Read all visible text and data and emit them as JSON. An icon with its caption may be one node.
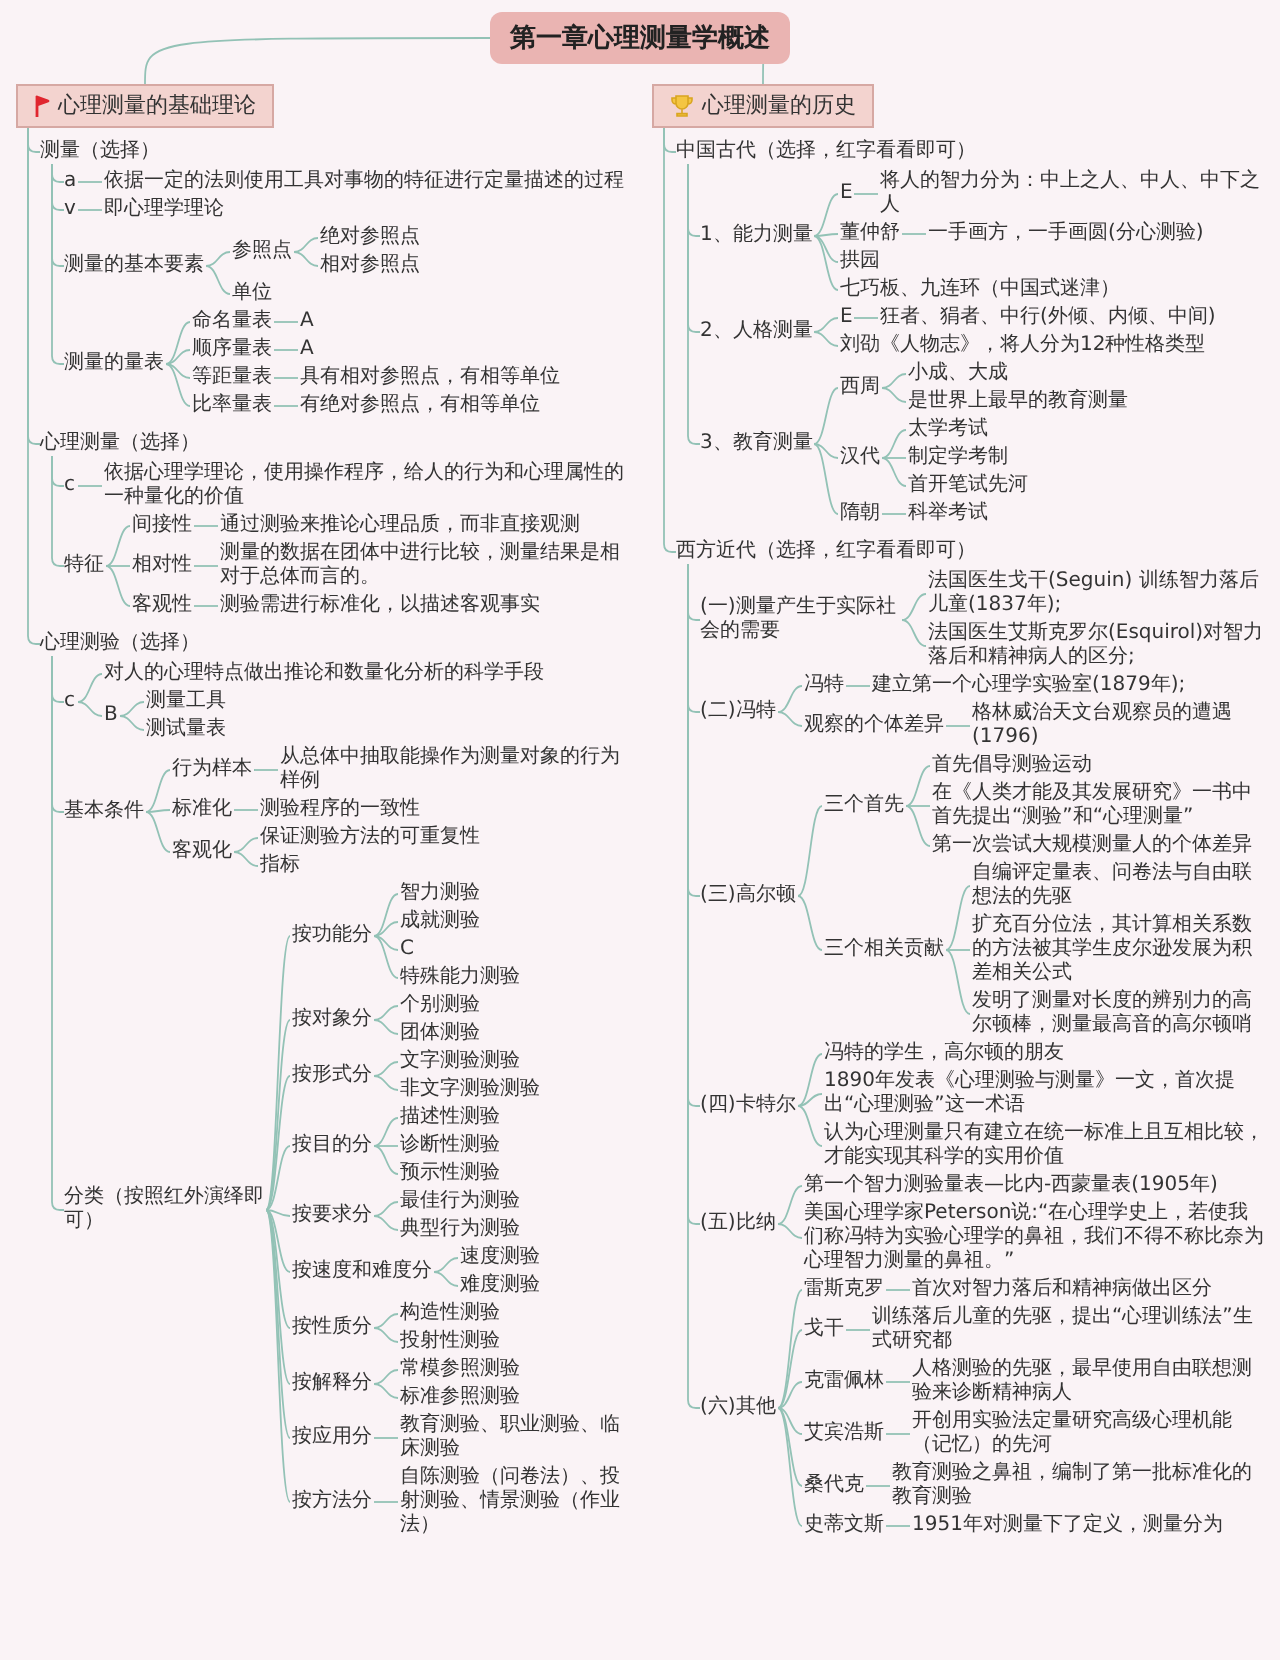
{
  "diagram": {
    "nodes": [
      {
        "text": [
          "第一章心理测量学概述"
        ]
      },
      {
        "text": [
          "心理测量的基础理论"
        ]
      },
      {
        "text": [
          "测量（选择）"
        ]
      },
      {
        "text": [
          "a"
        ]
      },
      {
        "text": [
          "依据一定的法则使用工具对事物的特征进行定量描述的过程"
        ]
      },
      {
        "text": [
          "v"
        ]
      },
      {
        "text": [
          "即心理学理论"
        ]
      },
      {
        "text": [
          "测量的基本要素"
        ]
      },
      {
        "text": [
          "参照点"
        ]
      },
      {
        "text": [
          "绝对参照点"
        ]
      },
      {
        "text": [
          "相对参照点"
        ]
      },
      {
        "text": [
          "单位"
        ]
      },
      {
        "text": [
          "测量的量表"
        ]
      },
      {
        "text": [
          "命名量表"
        ]
      },
      {
        "text": [
          "A"
        ]
      },
      {
        "text": [
          "顺序量表"
        ]
      },
      {
        "text": [
          "A"
        ]
      },
      {
        "text": [
          "等距量表"
        ]
      },
      {
        "text": [
          "具有相对参照点，有相等单位"
        ]
      },
      {
        "text": [
          "比率量表"
        ]
      },
      {
        "text": [
          "有绝对参照点，有相等单位"
        ]
      },
      {
        "text": [
          "心理测量（选择）"
        ]
      },
      {
        "text": [
          "c"
        ]
      },
      {
        "text": [
          "依据心理学理论，使用操作程序，给人的行为和心理属性的一种量化的价值"
        ]
      },
      {
        "text": [
          "特征"
        ]
      },
      {
        "text": [
          "间接性"
        ]
      },
      {
        "text": [
          "通过测验来推论心理品质，而非直接观测"
        ]
      },
      {
        "text": [
          "相对性"
        ]
      },
      {
        "text": [
          "测量的数据在团体中进行比较，测量结果是相对于总体而言的。"
        ]
      },
      {
        "text": [
          "客观性"
        ]
      },
      {
        "text": [
          "测验需进行标准化，以描述客观事实"
        ]
      },
      {
        "text": [
          "心理测验（选择）"
        ]
      },
      {
        "text": [
          "c"
        ]
      },
      {
        "text": [
          "对人的心理特点做出推论和数量化分析的科学手段"
        ]
      },
      {
        "text": [
          "B"
        ]
      },
      {
        "text": [
          "测量工具"
        ]
      },
      {
        "text": [
          "测试量表"
        ]
      },
      {
        "text": [
          "基本条件"
        ]
      },
      {
        "text": [
          "行为样本"
        ]
      },
      {
        "text": [
          "从总体中抽取能操作为测量对象的行为样例"
        ]
      },
      {
        "text": [
          "标准化"
        ]
      },
      {
        "text": [
          "测验程序的一致性"
        ]
      },
      {
        "text": [
          "客观化"
        ]
      },
      {
        "text": [
          "保证测验方法的可重复性"
        ]
      },
      {
        "text": [
          "指标"
        ]
      },
      {
        "text": [
          "分类（按照红外演绎即可）"
        ]
      },
      {
        "text": [
          "按功能分"
        ]
      },
      {
        "text": [
          "智力测验"
        ]
      },
      {
        "text": [
          "成就测验"
        ]
      },
      {
        "text": [
          "C"
        ]
      },
      {
        "text": [
          "特殊能力测验"
        ]
      },
      {
        "text": [
          "按对象分"
        ]
      },
      {
        "text": [
          "个别测验"
        ]
      },
      {
        "text": [
          "团体测验"
        ]
      },
      {
        "text": [
          "按形式分"
        ]
      },
      {
        "text": [
          "文字测验测验"
        ]
      },
      {
        "text": [
          "非文字测验测验"
        ]
      },
      {
        "text": [
          "按目的分"
        ]
      },
      {
        "text": [
          "描述性测验"
        ]
      },
      {
        "text": [
          "诊断性测验"
        ]
      },
      {
        "text": [
          "预示性测验"
        ]
      },
      {
        "text": [
          "按要求分"
        ]
      },
      {
        "text": [
          "最佳行为测验"
        ]
      },
      {
        "text": [
          "典型行为测验"
        ]
      },
      {
        "text": [
          "按速度和难度分"
        ]
      },
      {
        "text": [
          "速度测验"
        ]
      },
      {
        "text": [
          "难度测验"
        ]
      },
      {
        "text": [
          "按性质分"
        ]
      },
      {
        "text": [
          "构造性测验"
        ]
      },
      {
        "text": [
          "投射性测验"
        ]
      },
      {
        "text": [
          "按解释分"
        ]
      },
      {
        "text": [
          "常模参照测验"
        ]
      },
      {
        "text": [
          "标准参照测验"
        ]
      },
      {
        "text": [
          "按应用分"
        ]
      },
      {
        "text": [
          "教育测验、职业测验、临床测验"
        ]
      },
      {
        "text": [
          "按方法分"
        ]
      },
      {
        "text": [
          "自陈测验（问卷法）、投射测验、情景测验（作业法）"
        ]
      },
      {
        "text": [
          "心理测量的历史"
        ]
      },
      {
        "text": [
          "中国古代（选择，红字看看即可）"
        ]
      },
      {
        "text": [
          "1、能力测量"
        ]
      },
      {
        "text": [
          "E"
        ]
      },
      {
        "text": [
          "将人的智力分为：中上之人、中人、中下之人"
        ]
      },
      {
        "text": [
          "董仲舒"
        ]
      },
      {
        "text": [
          "一手画方，一手画圆(分心测验)"
        ]
      },
      {
        "text": [
          "拱园"
        ]
      },
      {
        "text": [
          "七巧板、九连环（中国式迷津）"
        ]
      },
      {
        "text": [
          "2、人格测量"
        ]
      },
      {
        "text": [
          "E"
        ]
      },
      {
        "text": [
          "狂者、狷者、中行(外倾、内倾、中间)"
        ]
      },
      {
        "text": [
          "刘劭《人物志》，将人分为12种性格类型"
        ]
      },
      {
        "text": [
          "3、教育测量"
        ]
      },
      {
        "text": [
          "西周"
        ]
      },
      {
        "text": [
          "小成、大成"
        ]
      },
      {
        "text": [
          "是世界上最早的教育测量"
        ]
      },
      {
        "text": [
          "汉代"
        ]
      },
      {
        "text": [
          "太学考试"
        ]
      },
      {
        "text": [
          "制定学考制"
        ]
      },
      {
        "text": [
          "首开笔试先河"
        ]
      },
      {
        "text": [
          "隋朝"
        ]
      },
      {
        "text": [
          "科举考试"
        ]
      },
      {
        "text": [
          "西方近代（选择，红字看看即可）"
        ]
      },
      {
        "text": [
          "(一)测量产生于实际社会的需要"
        ]
      },
      {
        "text": [
          "法国医生戈干(Seguin) 训练智力落后儿童(1837年);"
        ]
      },
      {
        "text": [
          "法国医生艾斯克罗尔(Esquirol)对智力落后和精神病人的区分;"
        ]
      },
      {
        "text": [
          "(二)冯特"
        ]
      },
      {
        "text": [
          "冯特"
        ]
      },
      {
        "text": [
          "建立第一个心理学实验室(1879年);"
        ]
      },
      {
        "text": [
          "观察的个体差异"
        ]
      },
      {
        "text": [
          "格林威治天文台观察员的遭遇(1796)"
        ]
      },
      {
        "text": [
          "(三)高尔顿"
        ]
      },
      {
        "text": [
          "三个首先"
        ]
      },
      {
        "text": [
          "首先倡导测验运动"
        ]
      },
      {
        "text": [
          "在《人类才能及其发展研究》一书中首先提出“测验”和“心理测量”"
        ]
      },
      {
        "text": [
          "第一次尝试大规模测量人的个体差异"
        ]
      },
      {
        "text": [
          "三个相关贡献"
        ]
      },
      {
        "text": [
          "自编评定量表、问卷法与自由联想法的先驱"
        ]
      },
      {
        "text": [
          "扩充百分位法，其计算相关系数的方法被其学生皮尔逊发展为积差相关公式"
        ]
      },
      {
        "text": [
          "发明了测量对长度的辨别力的高尔顿棒，测量最高音的高尔顿哨"
        ]
      },
      {
        "text": [
          "(四)卡特尔"
        ]
      },
      {
        "text": [
          "冯特的学生，高尔顿的朋友"
        ]
      },
      {
        "text": [
          "1890年发表《心理测验与测量》一文，首次提出“心理测验”这一术语"
        ]
      },
      {
        "text": [
          "认为心理测量只有建立在统一标准上且互相比较，才能实现其科学的实用价值"
        ]
      },
      {
        "text": [
          "(五)比纳"
        ]
      },
      {
        "text": [
          "第一个智力测验量表—比内-西蒙量表(1905年)"
        ]
      },
      {
        "text": [
          "美国心理学家Peterson说:“在心理学史上，若使我们称冯特为实验心理学的鼻祖，我们不得不称比奈为心理智力测量的鼻祖。”"
        ]
      },
      {
        "text": [
          "(六)其他"
        ]
      },
      {
        "text": [
          "雷斯克罗"
        ]
      },
      {
        "text": [
          "首次对智力落后和精神病做出区分"
        ]
      },
      {
        "text": [
          "戈干"
        ]
      },
      {
        "text": [
          "训练落后儿童的先驱，提出“心理训练法”生式研究都"
        ]
      },
      {
        "text": [
          "克雷佩林"
        ]
      },
      {
        "text": [
          "人格测验的先驱，最早使用自由联想测验来诊断精神病人"
        ]
      },
      {
        "text": [
          "艾宾浩斯"
        ]
      },
      {
        "text": [
          "开创用实验法定量研究高级心理机能（记忆）的先河"
        ]
      },
      {
        "text": [
          "桑代克"
        ]
      },
      {
        "text": [
          "教育测验之鼻祖，编制了第一批标准化的教育测验"
        ]
      },
      {
        "text": [
          "史蒂文斯"
        ]
      },
      {
        "text": [
          "1951年对测量下了定义，测量分为"
        ]
      }
    ],
    "edges": [
      {
        "from": 0,
        "to": 1,
        "arrow": "none"
      },
      {
        "from": 1,
        "to": 2,
        "arrow": "none"
      },
      {
        "from": 2,
        "to": 3,
        "arrow": "none"
      },
      {
        "from": 3,
        "to": 4,
        "arrow": "none"
      },
      {
        "from": 2,
        "to": 5,
        "arrow": "none"
      },
      {
        "from": 5,
        "to": 6,
        "arrow": "none"
      },
      {
        "from": 2,
        "to": 7,
        "arrow": "none"
      },
      {
        "from": 7,
        "to": 8,
        "arrow": "none"
      },
      {
        "from": 8,
        "to": 9,
        "arrow": "none"
      },
      {
        "from": 8,
        "to": 10,
        "arrow": "none"
      },
      {
        "from": 7,
        "to": 11,
        "arrow": "none"
      },
      {
        "from": 2,
        "to": 12,
        "arrow": "none"
      },
      {
        "from": 12,
        "to": 13,
        "arrow": "none"
      },
      {
        "from": 13,
        "to": 14,
        "arrow": "none"
      },
      {
        "from": 12,
        "to": 15,
        "arrow": "none"
      },
      {
        "from": 15,
        "to": 16,
        "arrow": "none"
      },
      {
        "from": 12,
        "to": 17,
        "arrow": "none"
      },
      {
        "from": 17,
        "to": 18,
        "arrow": "none"
      },
      {
        "from": 12,
        "to": 19,
        "arrow": "none"
      },
      {
        "from": 19,
        "to": 20,
        "arrow": "none"
      },
      {
        "from": 1,
        "to": 21,
        "arrow": "none"
      },
      {
        "from": 21,
        "to": 22,
        "arrow": "none"
      },
      {
        "from": 22,
        "to": 23,
        "arrow": "none"
      },
      {
        "from": 21,
        "to": 24,
        "arrow": "none"
      },
      {
        "from": 24,
        "to": 25,
        "arrow": "none"
      },
      {
        "from": 25,
        "to": 26,
        "arrow": "none"
      },
      {
        "from": 24,
        "to": 27,
        "arrow": "none"
      },
      {
        "from": 27,
        "to": 28,
        "arrow": "none"
      },
      {
        "from": 24,
        "to": 29,
        "arrow": "none"
      },
      {
        "from": 29,
        "to": 30,
        "arrow": "none"
      },
      {
        "from": 1,
        "to": 31,
        "arrow": "none"
      },
      {
        "from": 31,
        "to": 32,
        "arrow": "none"
      },
      {
        "from": 32,
        "to": 33,
        "arrow": "none"
      },
      {
        "from": 32,
        "to": 34,
        "arrow": "none"
      },
      {
        "from": 34,
        "to": 35,
        "arrow": "none"
      },
      {
        "from": 34,
        "to": 36,
        "arrow": "none"
      },
      {
        "from": 31,
        "to": 37,
        "arrow": "none"
      },
      {
        "from": 37,
        "to": 38,
        "arrow": "none"
      },
      {
        "from": 38,
        "to": 39,
        "arrow": "none"
      },
      {
        "from": 37,
        "to": 40,
        "arrow": "none"
      },
      {
        "from": 40,
        "to": 41,
        "arrow": "none"
      },
      {
        "from": 37,
        "to": 42,
        "arrow": "none"
      },
      {
        "from": 42,
        "to": 43,
        "arrow": "none"
      },
      {
        "from": 42,
        "to": 44,
        "arrow": "none"
      },
      {
        "from": 31,
        "to": 45,
        "arrow": "none"
      },
      {
        "from": 45,
        "to": 46,
        "arrow": "none"
      },
      {
        "from": 46,
        "to": 47,
        "arrow": "none"
      },
      {
        "from": 46,
        "to": 48,
        "arrow": "none"
      },
      {
        "from": 46,
        "to": 49,
        "arrow": "none"
      },
      {
        "from": 46,
        "to": 50,
        "arrow": "none"
      },
      {
        "from": 45,
        "to": 51,
        "arrow": "none"
      },
      {
        "from": 51,
        "to": 52,
        "arrow": "none"
      },
      {
        "from": 51,
        "to": 53,
        "arrow": "none"
      },
      {
        "from": 45,
        "to": 54,
        "arrow": "none"
      },
      {
        "from": 54,
        "to": 55,
        "arrow": "none"
      },
      {
        "from": 54,
        "to": 56,
        "arrow": "none"
      },
      {
        "from": 45,
        "to": 57,
        "arrow": "none"
      },
      {
        "from": 57,
        "to": 58,
        "arrow": "none"
      },
      {
        "from": 57,
        "to": 59,
        "arrow": "none"
      },
      {
        "from": 57,
        "to": 60,
        "arrow": "none"
      },
      {
        "from": 45,
        "to": 61,
        "arrow": "none"
      },
      {
        "from": 61,
        "to": 62,
        "arrow": "none"
      },
      {
        "from": 61,
        "to": 63,
        "arrow": "none"
      },
      {
        "from": 45,
        "to": 64,
        "arrow": "none"
      },
      {
        "from": 64,
        "to": 65,
        "arrow": "none"
      },
      {
        "from": 64,
        "to": 66,
        "arrow": "none"
      },
      {
        "from": 45,
        "to": 67,
        "arrow": "none"
      },
      {
        "from": 67,
        "to": 68,
        "arrow": "none"
      },
      {
        "from": 67,
        "to": 69,
        "arrow": "none"
      },
      {
        "from": 45,
        "to": 70,
        "arrow": "none"
      },
      {
        "from": 70,
        "to": 71,
        "arrow": "none"
      },
      {
        "from": 70,
        "to": 72,
        "arrow": "none"
      },
      {
        "from": 45,
        "to": 73,
        "arrow": "none"
      },
      {
        "from": 73,
        "to": 74,
        "arrow": "none"
      },
      {
        "from": 45,
        "to": 75,
        "arrow": "none"
      },
      {
        "from": 75,
        "to": 76,
        "arrow": "none"
      },
      {
        "from": 0,
        "to": 77,
        "arrow": "none"
      },
      {
        "from": 77,
        "to": 78,
        "arrow": "none"
      },
      {
        "from": 78,
        "to": 79,
        "arrow": "none"
      },
      {
        "from": 79,
        "to": 80,
        "arrow": "none"
      },
      {
        "from": 80,
        "to": 81,
        "arrow": "none"
      },
      {
        "from": 79,
        "to": 82,
        "arrow": "none"
      },
      {
        "from": 82,
        "to": 83,
        "arrow": "none"
      },
      {
        "from": 79,
        "to": 84,
        "arrow": "none"
      },
      {
        "from": 79,
        "to": 85,
        "arrow": "none"
      },
      {
        "from": 78,
        "to": 86,
        "arrow": "none"
      },
      {
        "from": 86,
        "to": 87,
        "arrow": "none"
      },
      {
        "from": 87,
        "to": 88,
        "arrow": "none"
      },
      {
        "from": 86,
        "to": 89,
        "arrow": "none"
      },
      {
        "from": 78,
        "to": 90,
        "arrow": "none"
      },
      {
        "from": 90,
        "to": 91,
        "arrow": "none"
      },
      {
        "from": 91,
        "to": 92,
        "arrow": "none"
      },
      {
        "from": 91,
        "to": 93,
        "arrow": "none"
      },
      {
        "from": 90,
        "to": 94,
        "arrow": "none"
      },
      {
        "from": 94,
        "to": 95,
        "arrow": "none"
      },
      {
        "from": 94,
        "to": 96,
        "arrow": "none"
      },
      {
        "from": 94,
        "to": 97,
        "arrow": "none"
      },
      {
        "from": 90,
        "to": 98,
        "arrow": "none"
      },
      {
        "from": 98,
        "to": 99,
        "arrow": "none"
      },
      {
        "from": 77,
        "to": 100,
        "arrow": "none"
      },
      {
        "from": 100,
        "to": 101,
        "arrow": "none"
      },
      {
        "from": 101,
        "to": 102,
        "arrow": "none"
      },
      {
        "from": 101,
        "to": 103,
        "arrow": "none"
      },
      {
        "from": 100,
        "to": 104,
        "arrow": "none"
      },
      {
        "from": 104,
        "to": 105,
        "arrow": "none"
      },
      {
        "from": 105,
        "to": 106,
        "arrow": "none"
      },
      {
        "from": 104,
        "to": 107,
        "arrow": "none"
      },
      {
        "from": 107,
        "to": 108,
        "arrow": "none"
      },
      {
        "from": 100,
        "to": 109,
        "arrow": "none"
      },
      {
        "from": 109,
        "to": 110,
        "arrow": "none"
      },
      {
        "from": 110,
        "to": 111,
        "arrow": "none"
      },
      {
        "from": 110,
        "to": 112,
        "arrow": "none"
      },
      {
        "from": 110,
        "to": 113,
        "arrow": "none"
      },
      {
        "from": 109,
        "to": 114,
        "arrow": "none"
      },
      {
        "from": 114,
        "to": 115,
        "arrow": "none"
      },
      {
        "from": 114,
        "to": 116,
        "arrow": "none"
      },
      {
        "from": 114,
        "to": 117,
        "arrow": "none"
      },
      {
        "from": 100,
        "to": 118,
        "arrow": "none"
      },
      {
        "from": 118,
        "to": 119,
        "arrow": "none"
      },
      {
        "from": 118,
        "to": 120,
        "arrow": "none"
      },
      {
        "from": 118,
        "to": 121,
        "arrow": "none"
      },
      {
        "from": 100,
        "to": 122,
        "arrow": "none"
      },
      {
        "from": 122,
        "to": 123,
        "arrow": "none"
      },
      {
        "from": 122,
        "to": 124,
        "arrow": "none"
      },
      {
        "from": 100,
        "to": 125,
        "arrow": "none"
      },
      {
        "from": 125,
        "to": 126,
        "arrow": "none"
      },
      {
        "from": 126,
        "to": 127,
        "arrow": "none"
      },
      {
        "from": 125,
        "to": 128,
        "arrow": "none"
      },
      {
        "from": 128,
        "to": 129,
        "arrow": "none"
      },
      {
        "from": 125,
        "to": 130,
        "arrow": "none"
      },
      {
        "from": 130,
        "to": 131,
        "arrow": "none"
      },
      {
        "from": 125,
        "to": 132,
        "arrow": "none"
      },
      {
        "from": 132,
        "to": 133,
        "arrow": "none"
      },
      {
        "from": 125,
        "to": 134,
        "arrow": "none"
      },
      {
        "from": 134,
        "to": 135,
        "arrow": "none"
      },
      {
        "from": 125,
        "to": 136,
        "arrow": "none"
      },
      {
        "from": 136,
        "to": 137,
        "arrow": "none"
      }
    ]
  }
}
